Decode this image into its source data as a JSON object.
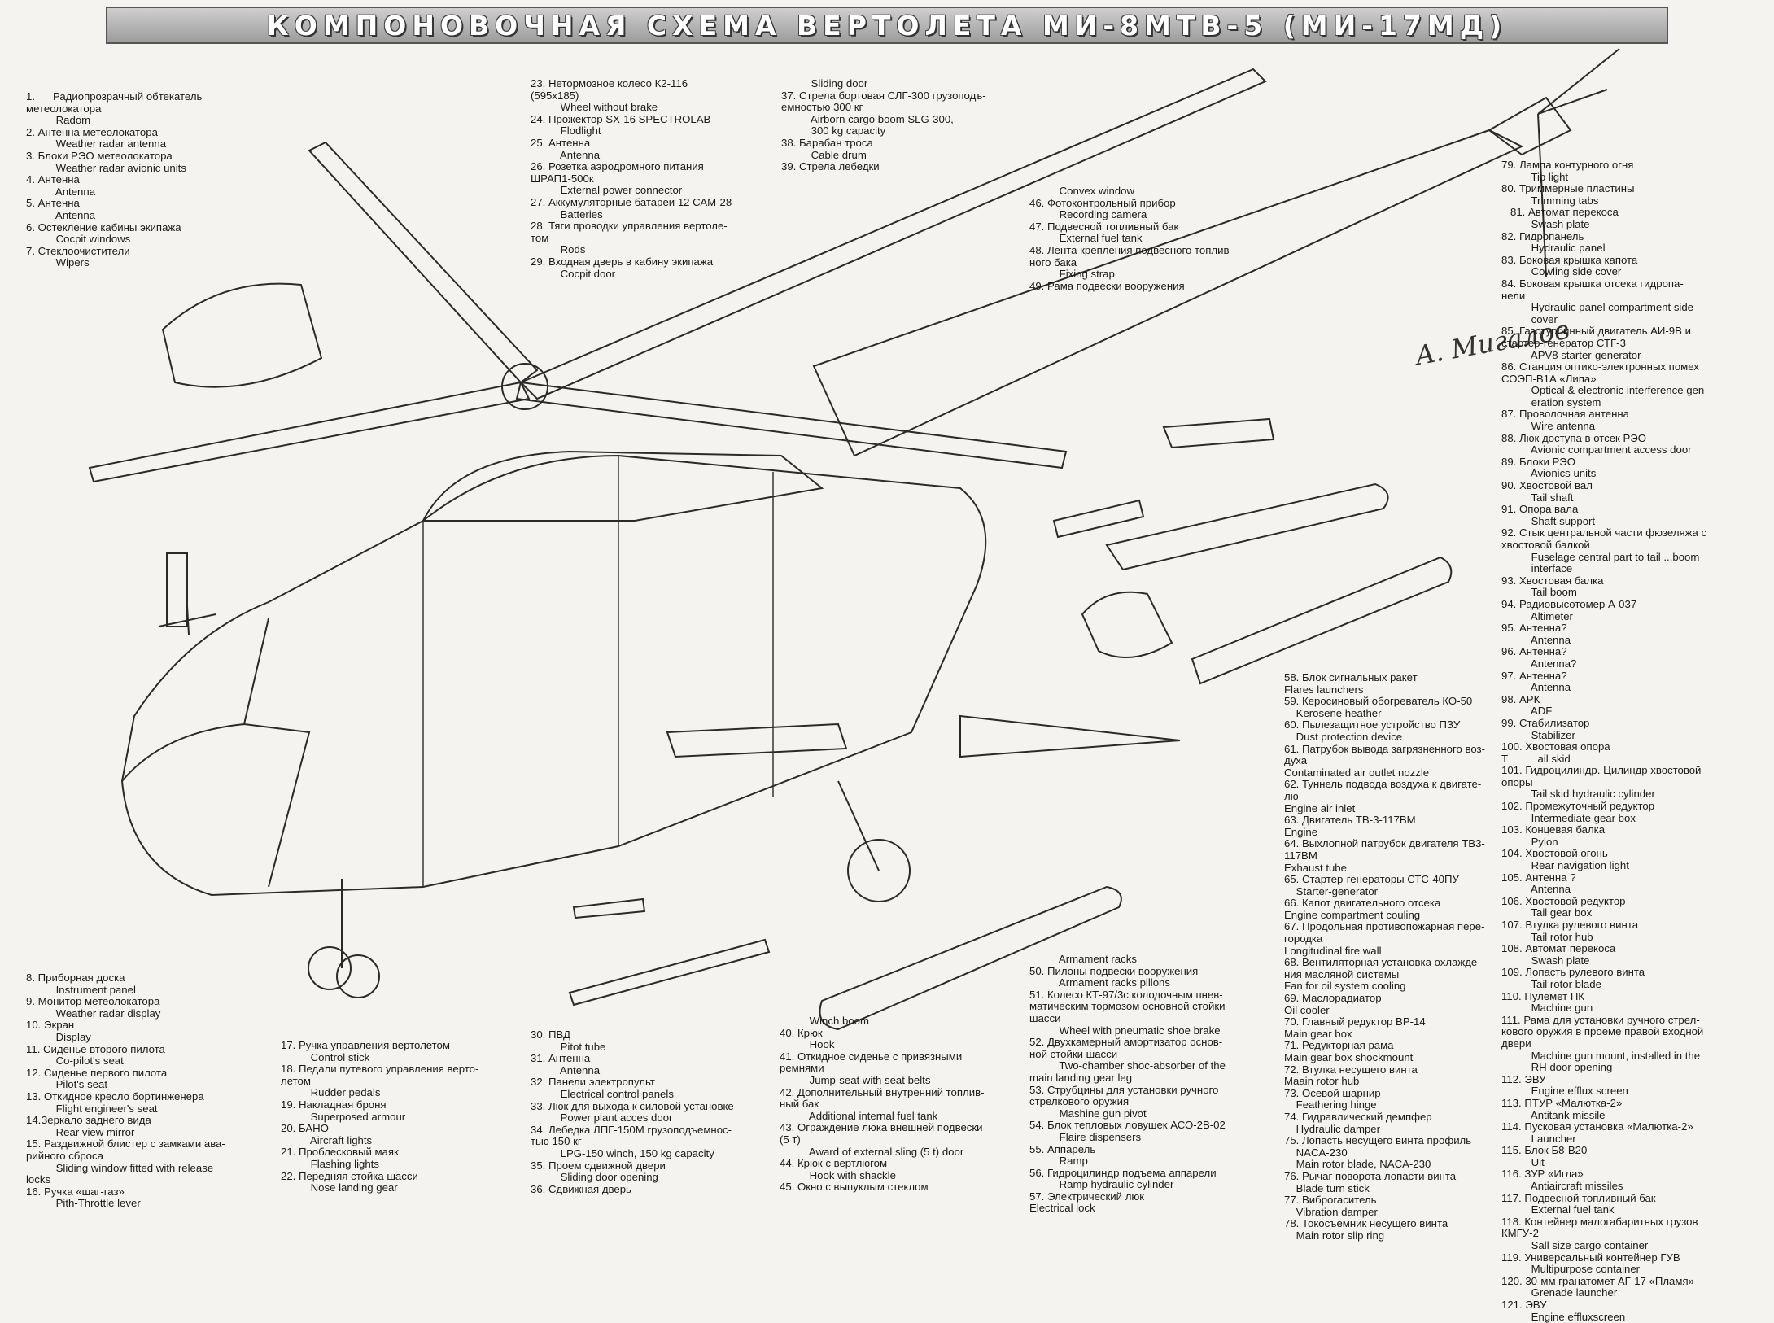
{
  "title": "КОМПОНОВОЧНАЯ СХЕМА ВЕРТОЛЕТА МИ-8МТВ-5 (МИ-17МД)",
  "legends": [
    {
      "id": "leg-a",
      "lines": [
        "1.      Радиопрозрачный обтекатель",
        "метеолокатора",
        "          Radom",
        "2. Антенна метеолокатора",
        "          Weather radar antenna",
        "3. Блоки РЭО метеолокатора",
        "          Weather radar avionic units",
        "4. Антенна",
        "          Antenna",
        "5. Антенна",
        "          Antenna",
        "6. Остекление кабины экипажа",
        "          Cocpit windows",
        "7. Стеклоочистители",
        "          Wipers"
      ]
    },
    {
      "id": "leg-b",
      "lines": [
        "23. Нетормозное колесо К2-116",
        "(595х185)",
        "          Wheel without brake",
        "24. Прожектор SX-16 SPECTROLAB",
        "          Flodlight",
        "25. Антенна",
        "          Antenna",
        "26. Розетка аэродромного питания",
        "ШРАП1-500к",
        "          External power connector",
        "27. Аккумуляторные батареи 12 САМ-28",
        "          Batteries",
        "28. Тяги проводки управления вертоле-",
        "том",
        "          Rods",
        "29. Входная дверь в кабину экипажа",
        "          Cocpit door"
      ]
    },
    {
      "id": "leg-c",
      "lines": [
        "          Sliding door",
        "37. Стрела бортовая СЛГ-300 грузоподъ-",
        "емностью 300 кг",
        "          Airborn cargo boom SLG-300,",
        "          300 kg capacity",
        "38. Барабан троса",
        "          Cable drum",
        "39. Стрела лебедки"
      ]
    },
    {
      "id": "leg-d",
      "lines": [
        "          Convex window",
        "46. Фотоконтрольный прибор",
        "          Recording camera",
        "47. Подвесной топливный бак",
        "          External fuel tank",
        "48. Лента крепления подвесного топлив-",
        "ного бака",
        "          Fixing strap",
        "49. Рама подвески вооружения"
      ]
    },
    {
      "id": "leg-e",
      "lines": [
        "79. Лампа контурного огня",
        "          Tip light",
        "80. Триммерные пластины",
        "          Trimming tabs",
        "   81. Автомат перекоса",
        "          Swash plate",
        "82. Гидропанель",
        "          Hydraulic panel",
        "83. Боковая крышка капота",
        "          Cowling side cover",
        "84. Боковая крышка отсека гидропа-",
        "нели",
        "          Hydraulic panel compartment side",
        "          cover",
        "85. Газотурбинный двигатель АИ-9В и",
        "стартер-генератор СТГ-3",
        "          APV8 starter-generator",
        "86. Станция оптико-электронных помех",
        "СОЭП-В1А «Липа»",
        "          Optical & electronic interference gen",
        "          eration system",
        "87. Проволочная антенна",
        "          Wire antenna",
        "88. Люк доступа в отсек РЭО",
        "          Avionic compartment access door",
        "89. Блоки РЭО",
        "          Avionics units",
        "90. Хвостовой вал",
        "          Tail shaft",
        "91. Опора вала",
        "          Shaft support",
        "92. Стык центральной части фюзеляжа с",
        "хвостовой балкой",
        "          Fuselage central part to tail ...boom",
        "          interface",
        "93. Хвостовая балка",
        "          Tail boom",
        "94. Радиовысотомер А-037",
        "          Altimeter",
        "95. Антенна?",
        "          Antenna",
        "96. Антенна?",
        "          Antenna?",
        "97. Антенна?",
        "          Antenna",
        "98. АРК",
        "          ADF",
        "99. Стабилизатор",
        "          Stabilizer",
        "100. Хвостовая опора",
        "T          ail skid",
        "101. Гидроцилиндр. Цилиндр хвостовой",
        "опоры",
        "          Tail skid hydraulic cylinder",
        "102. Промежуточный редуктор",
        "          Intermediate gear box",
        "103. Концевая балка",
        "          Pylon",
        "104. Хвостовой огонь",
        "          Rear navigation light",
        "105. Антенна ?",
        "          Antenna",
        "106. Хвостовой редуктор",
        "          Tail gear box",
        "107. Втулка рулевого винта",
        "          Tail rotor hub",
        "108. Автомат перекоса",
        "          Swash plate",
        "109. Лопасть рулевого винта",
        "          Tail rotor blade",
        "110. Пулемет ПК",
        "          Machine gun",
        "111. Рама для установки ручного стрел-",
        "кового оружия в проеме правой входной",
        "двери",
        "          Machine gun mount, installed in the",
        "          RH door opening",
        "112. ЭВУ",
        "          Engine efflux screen",
        "113. ПТУР «Малютка-2»",
        "          Antitank missile",
        "114. Пусковая установка «Малютка-2»",
        "          Launcher",
        "115. Блок Б8-В20",
        "          Uit",
        "116. ЗУР «Игла»",
        "          Antiaircraft missiles",
        "117. Подвесной топливный бак",
        "          External fuel tank",
        "118. Контейнер малогабаритных грузов",
        "КМГУ-2",
        "          Sall size cargo container",
        "119. Универсальный контейнер ГУВ",
        "          Multipurpose container",
        "120. 30-мм гранатомет АГ-17 «Пламя»",
        "          Grenade launcher",
        "121. ЭВУ",
        "          Engine effluxscreen"
      ]
    },
    {
      "id": "leg-f",
      "lines": [
        "58. Блок сигнальных ракет",
        "Flares launchers",
        "59. Керосиновый обогреватель КО-50",
        "    Kerosene heather",
        "60. Пылезащитное устройство ПЗУ",
        "    Dust protection device",
        "61. Патрубок вывода загрязненного воз-",
        "духа",
        "Contaminated air outlet nozzle",
        "62. Туннель подвода воздуха к двигате-",
        "лю",
        "Engine air inlet",
        "63. Двигатель ТВ-3-117ВМ",
        "Engine",
        "64. Выхлопной патрубок двигателя ТВ3-",
        "117ВМ",
        "Exhaust tube",
        "65. Стартер-генераторы СТС-40ПУ",
        "    Starter-generator",
        "66. Капот двигательного отсека",
        "Engine compartment couling",
        "67. Продольная противопожарная пере-",
        "городка",
        "Longitudinal fire wall",
        "68. Вентиляторная установка охлажде-",
        "ния масляной системы",
        "Fan for oil system cooling",
        "69. Маслорадиатор",
        "Oil cooler",
        "70. Главный редуктор ВР-14",
        "Main gear box",
        "71. Редукторная рама",
        "Main gear box shockmount",
        "72. Втулка несущего винта",
        "Maain rotor hub",
        "73. Осевой шарнир",
        "    Feathering hinge",
        "74. Гидравлический демпфер",
        "    Hydraulic damper",
        "75. Лопасть несущего винта профиль",
        "    NACA-230",
        "    Main rotor blade, NACA-230",
        "76. Рычаг поворота лопасти винта",
        "    Blade turn stick",
        "77. Виброгаситель",
        "    Vibration damper",
        "78. Токосъемник несущего винта",
        "    Main rotor slip ring"
      ]
    },
    {
      "id": "leg-g",
      "lines": [
        "8. Приборная доска",
        "          Instrument panel",
        "9. Монитор метеолокатора",
        "          Weather radar display",
        "10. Экран",
        "          Display",
        "11. Сиденье второго пилота",
        "          Co-pilot's seat",
        "12. Сиденье первого пилота",
        "          Pilot's seat",
        "13. Откидное кресло бортинженера",
        "          Flight engineer's seat",
        "14.Зеркало заднего вида",
        "          Rear view mirror",
        "15. Раздвижной блистер с замками ава-",
        "рийного сброса",
        "          Sliding window fitted with release",
        "locks",
        "16. Ручка «шаг-газ»",
        "          Pith-Throttle lever"
      ]
    },
    {
      "id": "leg-h",
      "lines": [
        "17. Ручка управления вертолетом",
        "          Control stick",
        "18. Педали путевого управления верто-",
        "летом",
        "          Rudder pedals",
        "19. Накладная броня",
        "          Superposed armour",
        "20. БАНО",
        "          Aircraft lights",
        "21. Проблесковый маяк",
        "          Flashing lights",
        "22. Передняя стойка шасси",
        "          Nose landing gear"
      ]
    },
    {
      "id": "leg-i",
      "lines": [
        "30. ПВД",
        "          Pitot tube",
        "31. Антенна",
        "          Antenna",
        "32. Панели электропульт",
        "          Electrical control panels",
        "33. Люк для выхода к силовой установке",
        "          Power plant acces door",
        "34. Лебедка ЛПГ-150М грузоподъемнос-",
        "тью 150 кг",
        "          LPG-150 winch, 150 kg capacity",
        "35. Проем сдвижной двери",
        "          Sliding door opening",
        "36. Сдвижная дверь"
      ]
    },
    {
      "id": "leg-j",
      "lines": [
        "          Winch boom",
        "40. Крюк",
        "          Hook",
        "41. Откидное сиденье с привязными",
        "ремнями",
        "          Jump-seat with seat belts",
        "42. Дополнительный внутренний топлив-",
        "ный бак",
        "          Additional internal fuel tank",
        "43. Ограждение люка внешней подвески",
        "(5 т)",
        "          Award of external sling (5 t) door",
        "44. Крюк с вертлюгом",
        "          Hook with shackle",
        "45. Окно с выпуклым стеклом"
      ]
    },
    {
      "id": "leg-k",
      "lines": [
        "          Armament racks",
        "50. Пилоны подвески вооружения",
        "          Armament racks pillons",
        "51. Колесо КТ-97/3с колодочным пнев-",
        "матическим тормозом основной стойки",
        "шасси",
        "          Wheel with pneumatic shoe brake",
        "52. Двухкамерный амортизатор основ-",
        "ной стойки шасси",
        "          Two-chamber shoc-absorber of the",
        "main landing gear leg",
        "53. Струбцины для установки ручного",
        "стрелкового оружия",
        "          Mashine gun pivot",
        "54. Блок тепловых ловушек АСО-2В-02",
        "          Flaire dispensers",
        "55. Аппарель",
        "          Ramp",
        "56. Гидроцилиндр подъема аппарели",
        "          Ramp hydraulic cylinder",
        "57. Электрический люк",
        "Electrical lock"
      ]
    }
  ]
}
